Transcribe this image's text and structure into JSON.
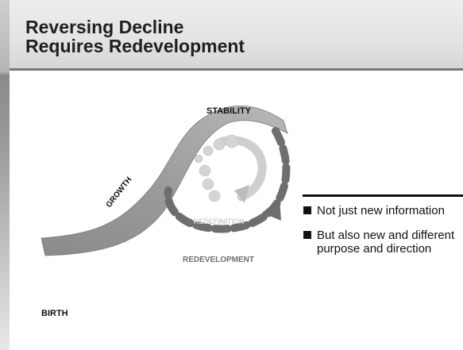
{
  "title": {
    "line1": "Reversing Decline",
    "line2": "Requires Redevelopment"
  },
  "diagram": {
    "labels": {
      "stability": "STABILITY",
      "growth": "GROWTH",
      "birth": "BIRTH",
      "redefinition": "REDEFINITION",
      "redevelopment": "REDEVELOPMENT"
    }
  },
  "bullets": [
    {
      "text": "Not just new information"
    },
    {
      "text": "But also new and different purpose and direction"
    }
  ],
  "colors": {
    "title_text": "#1f1f1f",
    "band": "#e3e3e3",
    "arrow": "#8c8c8c",
    "dark_arrow": "#6e6e6e"
  }
}
